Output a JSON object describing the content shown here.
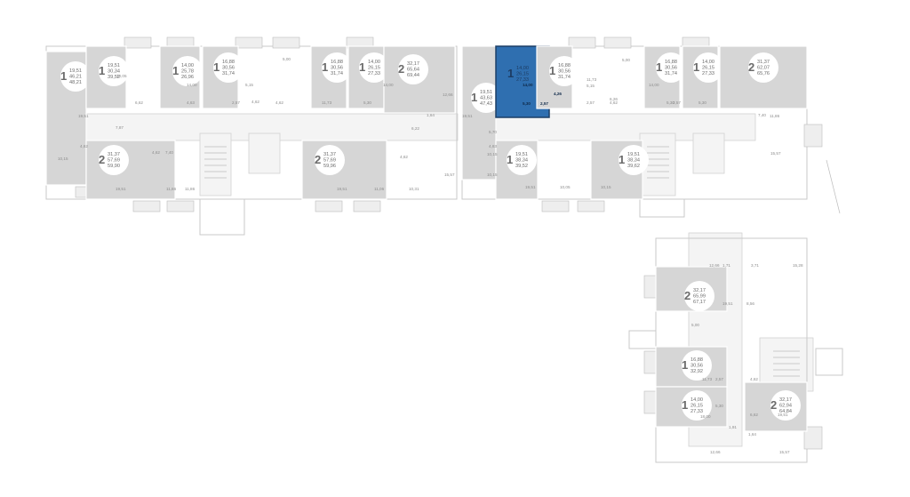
{
  "apartments": [
    {
      "id": "a1",
      "rooms": "1",
      "areas": [
        "19,51",
        "46,21",
        "48,21"
      ],
      "selected": false
    },
    {
      "id": "a2",
      "rooms": "1",
      "areas": [
        "19,51",
        "30,34",
        "39,52"
      ],
      "selected": false
    },
    {
      "id": "a3",
      "rooms": "1",
      "areas": [
        "14,00",
        "25,78",
        "26,96"
      ],
      "selected": false
    },
    {
      "id": "a4",
      "rooms": "1",
      "areas": [
        "16,88",
        "30,56",
        "31,74"
      ],
      "selected": false
    },
    {
      "id": "a5",
      "rooms": "1",
      "areas": [
        "16,88",
        "30,56",
        "31,74"
      ],
      "selected": false
    },
    {
      "id": "a6",
      "rooms": "1",
      "areas": [
        "14,00",
        "26,15",
        "27,33"
      ],
      "selected": false
    },
    {
      "id": "a7",
      "rooms": "2",
      "areas": [
        "32,17",
        "65,64",
        "69,44"
      ],
      "selected": false
    },
    {
      "id": "a8",
      "rooms": "1",
      "areas": [
        "19,51",
        "43,63",
        "47,43"
      ],
      "selected": false
    },
    {
      "id": "a9",
      "rooms": "1",
      "areas": [
        "14,00",
        "26,15",
        "27,33"
      ],
      "selected": true
    },
    {
      "id": "a10",
      "rooms": "1",
      "areas": [
        "16,88",
        "30,56",
        "31,74"
      ],
      "selected": false
    },
    {
      "id": "a11",
      "rooms": "1",
      "areas": [
        "16,88",
        "30,56",
        "31,74"
      ],
      "selected": false
    },
    {
      "id": "a12",
      "rooms": "1",
      "areas": [
        "14,00",
        "26,15",
        "27,33"
      ],
      "selected": false
    },
    {
      "id": "a13",
      "rooms": "2",
      "areas": [
        "31,37",
        "62,07",
        "65,76"
      ],
      "selected": false
    },
    {
      "id": "a14",
      "rooms": "2",
      "areas": [
        "31,37",
        "57,69",
        "59,90"
      ],
      "selected": false
    },
    {
      "id": "a15",
      "rooms": "2",
      "areas": [
        "31,37",
        "57,69",
        "59,96"
      ],
      "selected": false
    },
    {
      "id": "a16",
      "rooms": "1",
      "areas": [
        "19,51",
        "38,34",
        "39,52"
      ],
      "selected": false
    },
    {
      "id": "a17",
      "rooms": "1",
      "areas": [
        "19,51",
        "38,34",
        "39,62"
      ],
      "selected": false
    },
    {
      "id": "a18",
      "rooms": "2",
      "areas": [
        "32,17",
        "65,99",
        "67,17"
      ],
      "selected": false
    },
    {
      "id": "a19",
      "rooms": "1",
      "areas": [
        "16,88",
        "30,56",
        "32,92"
      ],
      "selected": false
    },
    {
      "id": "a20",
      "rooms": "1",
      "areas": [
        "14,00",
        "26,15",
        "27,33"
      ],
      "selected": false
    },
    {
      "id": "a21",
      "rooms": "2",
      "areas": [
        "32,17",
        "62,94",
        "64,84"
      ],
      "selected": false
    }
  ],
  "room_labels": [
    "19,51",
    "10,05",
    "6,62",
    "14,00",
    "4,63",
    "2,57",
    "5,15",
    "5,00",
    "4,62",
    "11,73",
    "5,30",
    "14,00",
    "4,62",
    "12,66",
    "1,64",
    "6,22",
    "5,70",
    "4,63",
    "10,15",
    "19,51",
    "14,00",
    "5,30",
    "2,57",
    "6,26",
    "4,62",
    "11,73",
    "5,15",
    "5,00",
    "2,57",
    "5,30",
    "7,40",
    "11,86",
    "4,62",
    "10,15",
    "19,51",
    "11,86",
    "7,87",
    "4,62",
    "7,40",
    "11,86",
    "19,51",
    "11,06",
    "10,31",
    "15,57",
    "4,62",
    "10,15",
    "19,51",
    "10,05",
    "10,15",
    "15,57",
    "12,66",
    "1,71",
    "3,71",
    "15,28",
    "19,51",
    "8,56",
    "5,00",
    "2,57",
    "4,62",
    "11,73",
    "5,30",
    "6,62",
    "18,00",
    "19,51",
    "1,91",
    "1,64",
    "12,66",
    "15,57"
  ],
  "selected_rooms": [
    "14,00",
    "5,30",
    "2,57",
    "4,26"
  ]
}
